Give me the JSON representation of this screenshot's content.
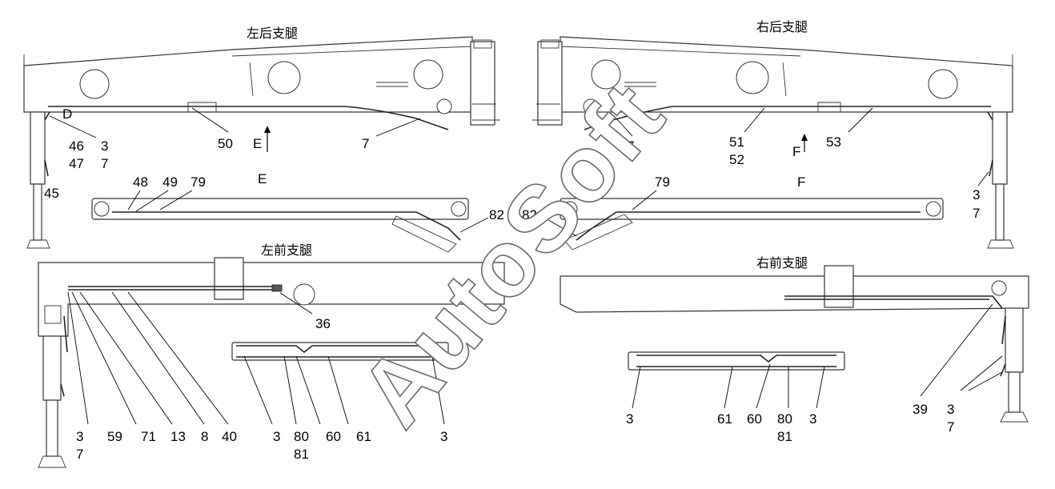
{
  "titles": {
    "left_rear": "左后支腿",
    "right_rear": "右后支腿",
    "left_front": "左前支腿",
    "right_front": "右前支腿"
  },
  "labels": {
    "l_D": "D",
    "l_46": "46",
    "l_3a": "3",
    "l_47": "47",
    "l_7a": "7",
    "l_45": "45",
    "l_50": "50",
    "l_E_arrow": "E",
    "l_7b": "7",
    "l_E_view": "E",
    "l_48": "48",
    "l_49": "49",
    "l_79a": "79",
    "l_82a": "82",
    "l_82b": "82",
    "l_79b": "79",
    "l_7c": "7",
    "l_51": "51",
    "l_52": "52",
    "l_F_arrow": "F",
    "l_53": "53",
    "l_F_view": "F",
    "l_3b": "3",
    "l_7d": "7",
    "l_36": "36",
    "l_3c": "3",
    "l_7e": "7",
    "l_59": "59",
    "l_71": "71",
    "l_13": "13",
    "l_8": "8",
    "l_40": "40",
    "l_3d": "3",
    "l_80a": "80",
    "l_81a": "81",
    "l_60a": "60",
    "l_61a": "61",
    "l_3e": "3",
    "l_3f": "3",
    "l_61b": "61",
    "l_60b": "60",
    "l_80b": "80",
    "l_81b": "81",
    "l_3g": "3",
    "l_39": "39",
    "l_3h": "3",
    "l_7f": "7"
  },
  "watermark": "AutoSoft",
  "colors": {
    "line": "#333333",
    "watermark_outline": "#6a6a6a"
  }
}
